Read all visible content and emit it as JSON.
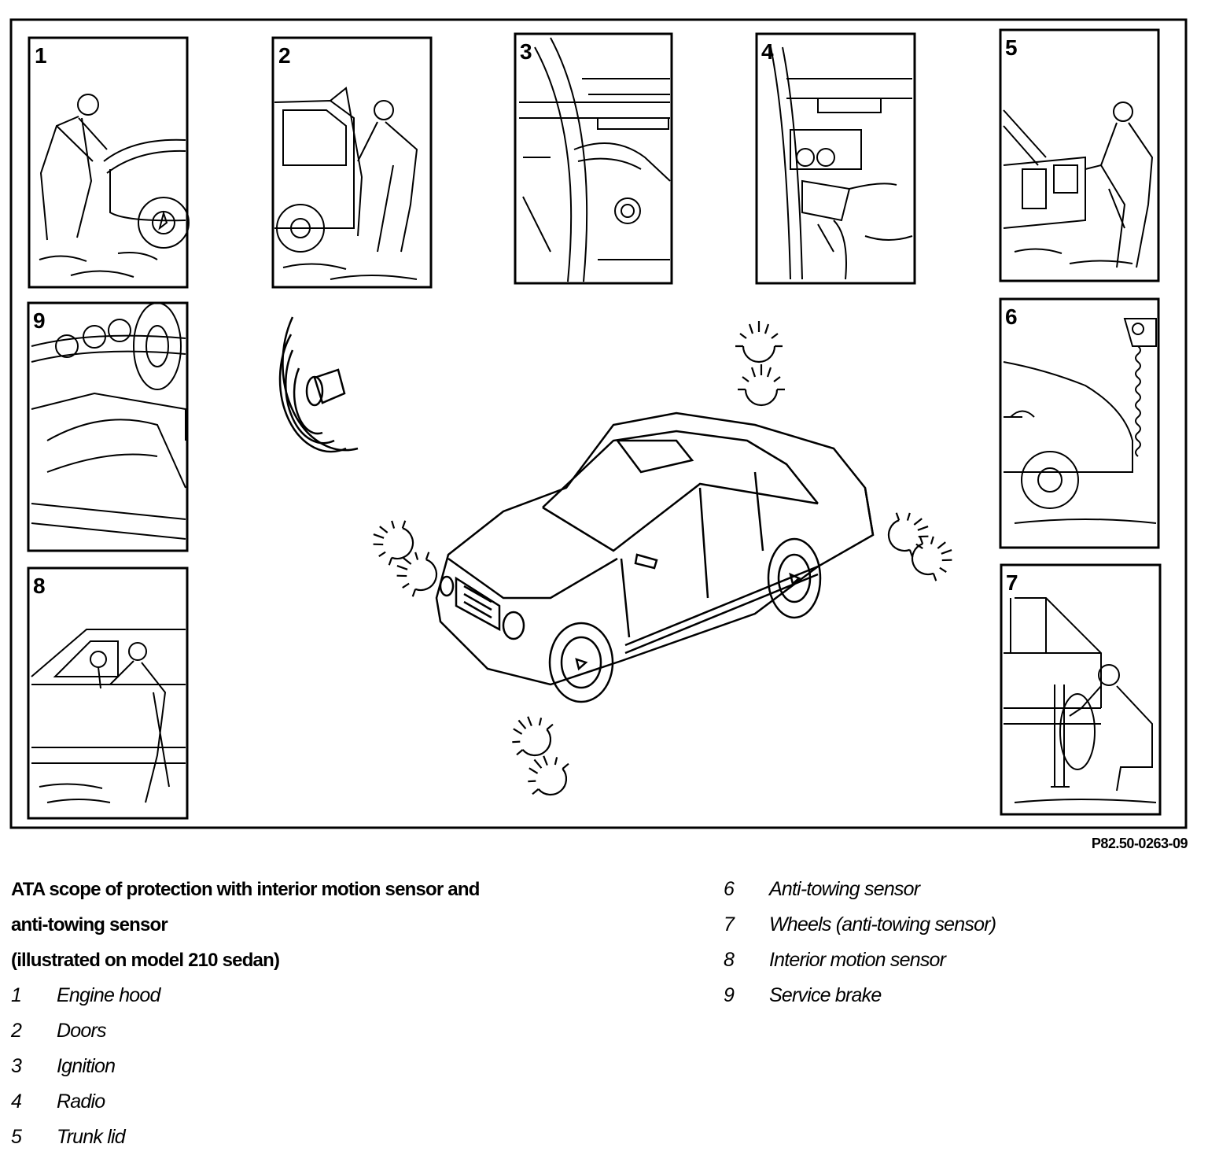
{
  "figure": {
    "reference": "P82.50-0263-09",
    "panels": [
      {
        "number": "1",
        "label": "Engine hood"
      },
      {
        "number": "2",
        "label": "Doors"
      },
      {
        "number": "3",
        "label": "Ignition"
      },
      {
        "number": "4",
        "label": "Radio"
      },
      {
        "number": "5",
        "label": "Trunk lid"
      },
      {
        "number": "6",
        "label": "Anti-towing sensor"
      },
      {
        "number": "7",
        "label": "Wheels (anti-towing sensor)"
      },
      {
        "number": "8",
        "label": "Interior motion sensor"
      },
      {
        "number": "9",
        "label": "Service brake"
      }
    ]
  },
  "caption": {
    "title_line1": "ATA scope of protection with interior motion sensor and",
    "title_line2": "anti-towing sensor",
    "title_line3": "(illustrated on model 210 sedan)"
  }
}
